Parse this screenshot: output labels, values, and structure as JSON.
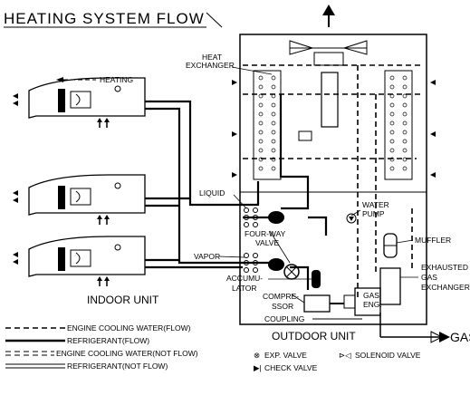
{
  "title": "HEATING SYSTEM FLOW",
  "labels": {
    "heating": "HEATING",
    "heat_exchanger_1": "HEAT",
    "heat_exchanger_2": "EXCHANGER",
    "liquid": "LIQUID",
    "water_pump_1": "WATER",
    "water_pump_2": "PUMP",
    "four_way_1": "FOUR-WAY",
    "four_way_2": "VALVE",
    "muffler": "MUFFLER",
    "vapor": "VAPOR",
    "exhausted_1": "EXHAUSTED",
    "exhausted_2": "GAS",
    "exhausted_3": "EXCHANGER",
    "gas_eng_1": "GAS",
    "gas_eng_2": "ENG.",
    "accumulator_1": "ACCUMU-",
    "accumulator_2": "LATOR",
    "compressor_1": "COMPRE-",
    "compressor_2": "SSOR",
    "indoor_unit": "INDOOR UNIT",
    "coupling": "COUPLING",
    "outdoor_unit": "OUTDOOR UNIT",
    "gas": "GAS"
  },
  "legend": [
    {
      "style": "dashed",
      "label": "ENGINE COOLING WATER(FLOW)"
    },
    {
      "style": "thick",
      "label": "REFRIGERANT(FLOW)"
    },
    {
      "style": "double-dashed",
      "label": "ENGINE COOLING WATER(NOT FLOW)"
    },
    {
      "style": "double",
      "label": "REFRIGERANT(NOT FLOW)"
    }
  ],
  "symbols": [
    {
      "glyph": "⊗",
      "label": "EXP. VALVE"
    },
    {
      "glyph": "⊳◁",
      "label": "SOLENOID VALVE"
    },
    {
      "glyph": "▶|",
      "label": "CHECK VALVE"
    }
  ]
}
